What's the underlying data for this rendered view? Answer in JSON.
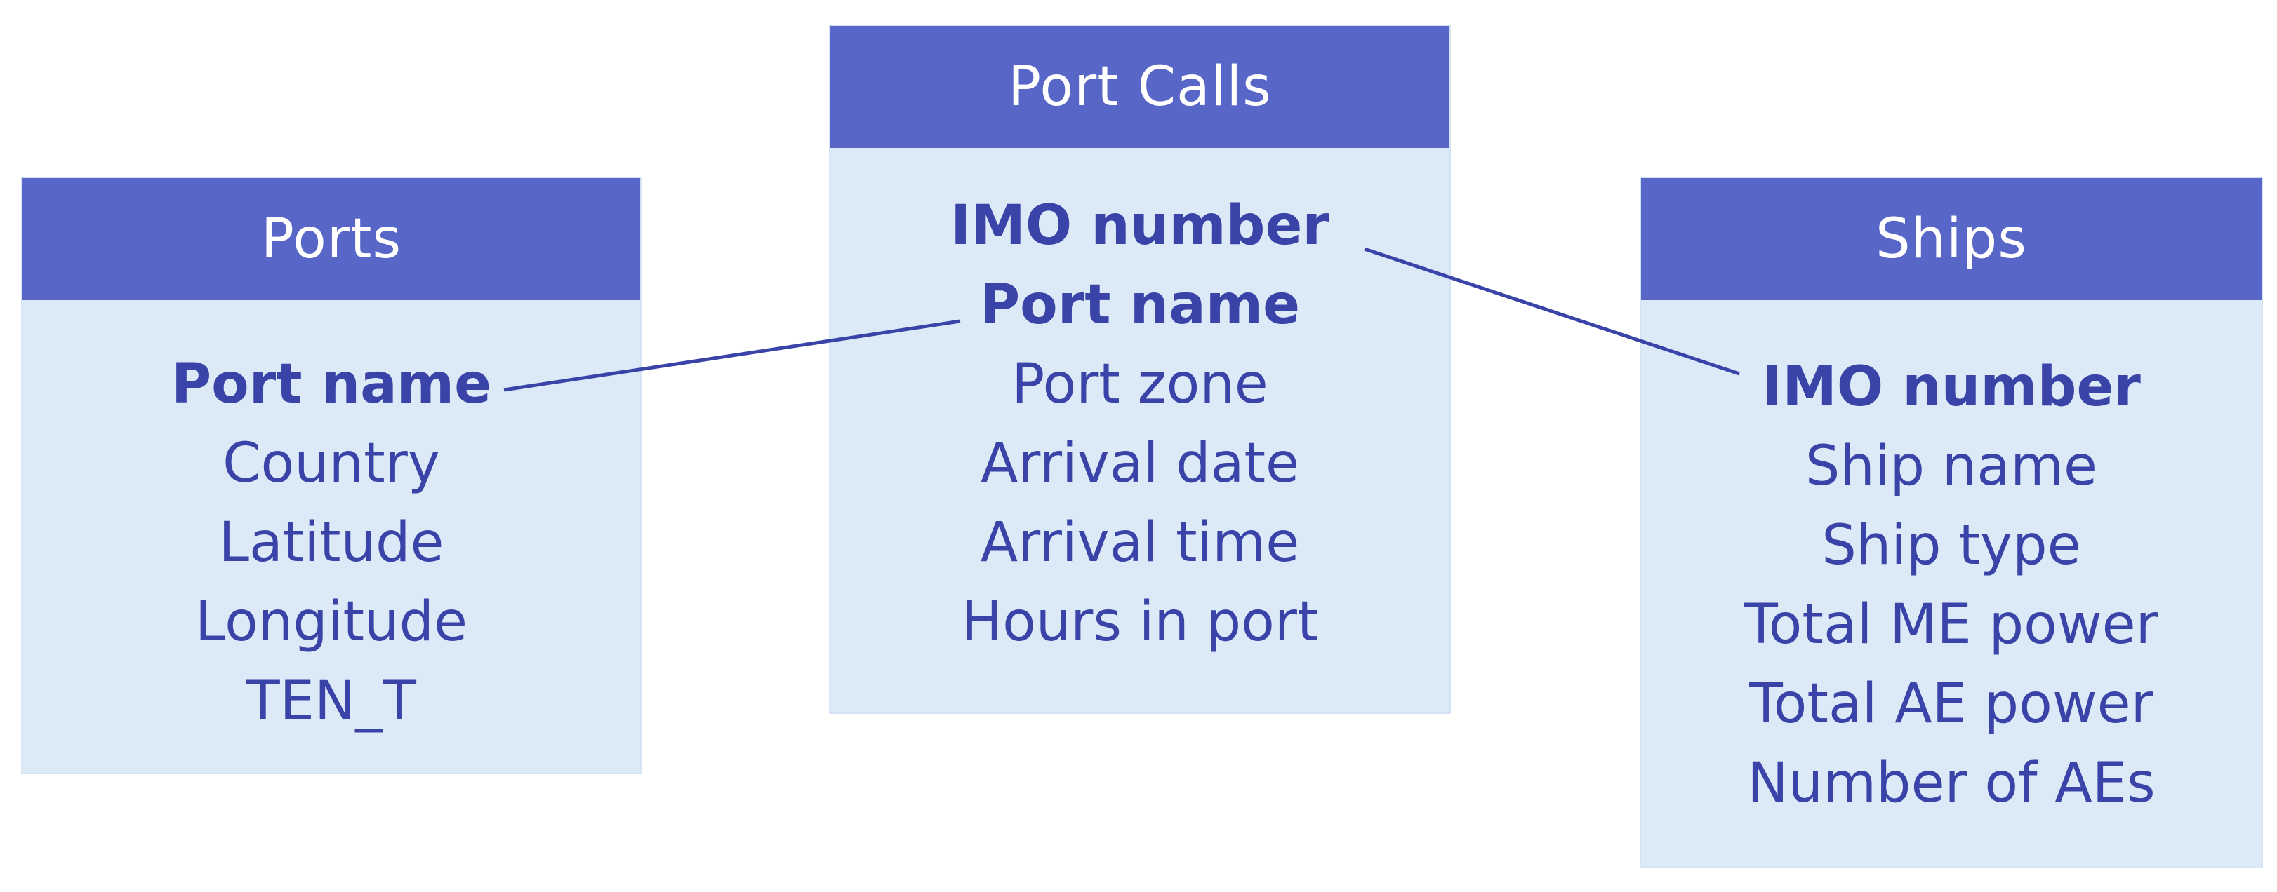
{
  "colors": {
    "header_background": "#5866c8",
    "body_background": "#dce9f7",
    "text": "#3a44a8",
    "connector": "#3a44a8"
  },
  "entities": {
    "ports": {
      "title": "Ports",
      "fields": [
        "Port name",
        "Country",
        "Latitude",
        "Longitude",
        "TEN_T"
      ],
      "key_fields": [
        "Port name"
      ]
    },
    "port_calls": {
      "title": "Port Calls",
      "fields": [
        "IMO number",
        "Port name",
        "Port zone",
        "Arrival date",
        "Arrival time",
        "Hours in port"
      ],
      "key_fields": [
        "IMO number",
        "Port name"
      ]
    },
    "ships": {
      "title": "Ships",
      "fields": [
        "IMO number",
        "Ship name",
        "Ship type",
        "Total ME power",
        "Total AE power",
        "Number of AEs"
      ],
      "key_fields": [
        "IMO number"
      ]
    }
  },
  "relationships": [
    {
      "from": "ports.Port name",
      "to": "port_calls.Port name"
    },
    {
      "from": "port_calls.IMO number",
      "to": "ships.IMO number"
    }
  ]
}
